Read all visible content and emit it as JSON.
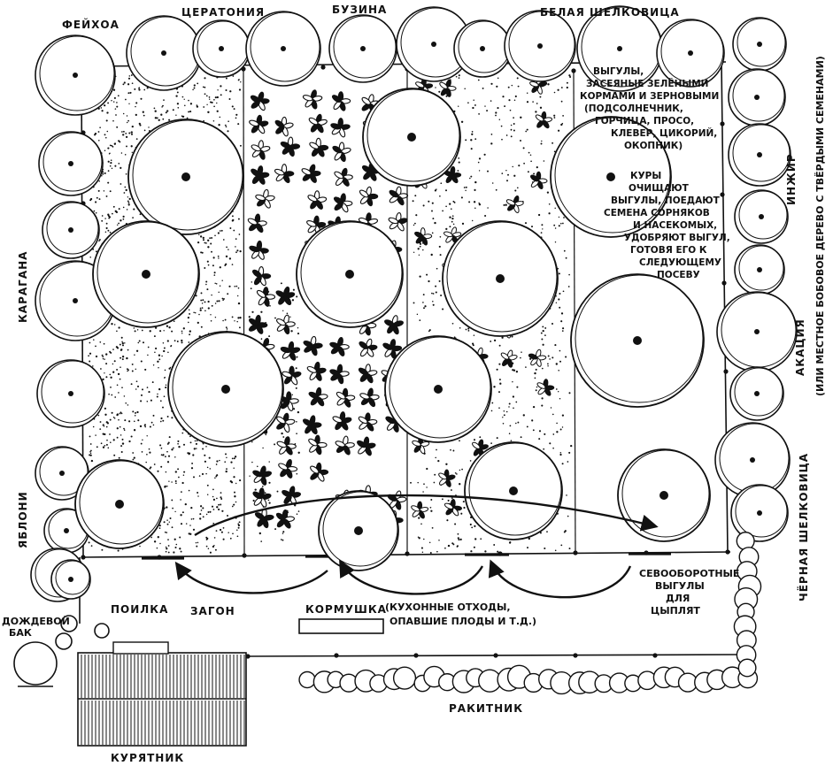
{
  "labels": {
    "feijoa": "ФЕЙХОА",
    "ceratonia": "ЦЕРАТОНИЯ",
    "buzina": "БУЗИНА",
    "white_mulberry": "БЕЛАЯ ШЕЛКОВИЦА",
    "karagana": "КАРАГАНА",
    "apples": "ЯБЛОНИ",
    "inzhir": "ИНЖИР",
    "acacia_line1": "АКАЦИЯ",
    "acacia_line2": "(ИЛИ МЕСТНОЕ БОБОВОЕ ДЕРЕВО С ТВЁРДЫМИ СЕМЕНАМИ)",
    "black_mulberry": "ЧЁРНАЯ ШЕЛКОВИЦА",
    "rain_barrel_line1": "ДОЖДЕВОЙ",
    "rain_barrel_line2": "БАК",
    "drinker": "ПОИЛКА",
    "pen": "ЗАГОН",
    "feeder": "КОРМУШКА",
    "feeder_note_line1": "(КУХОННЫЕ ОТХОДЫ,",
    "feeder_note_line2": "ОПАВШИЕ ПЛОДЫ И Т.Д.)",
    "rotation_line1": "СЕВООБОРОТНЫЕ",
    "rotation_line2": "ВЫГУЛЫ",
    "rotation_line3": "ДЛЯ",
    "rotation_line4": "ЦЫПЛЯТ",
    "henhouse": "КУРЯТНИК",
    "rakitnik": "РАКИТНИК",
    "runs_note": [
      "ВЫГУЛЫ,",
      "ЗАСЕЯНЫЕ ЗЕЛЁНЫМИ",
      "КОРМАМИ И ЗЕРНОВЫМИ",
      "(ПОДСОЛНЕЧНИК,",
      "ГОРЧИЦА, ПРОСО,",
      "КЛЕВЕР, ЦИКОРИЙ,",
      "ОКОПНИК)"
    ],
    "chickens_note": [
      "КУРЫ",
      "ОЧИЩАЮТ",
      "ВЫГУЛЫ, ПОЕДАЮТ",
      "СЕМЕНА СОРНЯКОВ",
      "И НАСЕКОМЫХ,",
      "УДОБРЯЮТ ВЫГУЛ,",
      "ГОТОВЯ ЕГО К",
      "СЛЕДУЮЩЕМУ",
      "ПОСЕВУ"
    ]
  },
  "icons": [
    "tree-canopy-icon",
    "plant-icon",
    "rain-barrel-icon",
    "arrow-icon",
    "shrub-hedge-icon"
  ],
  "colors": {
    "ink": "#111111",
    "paper": "#ffffff"
  }
}
